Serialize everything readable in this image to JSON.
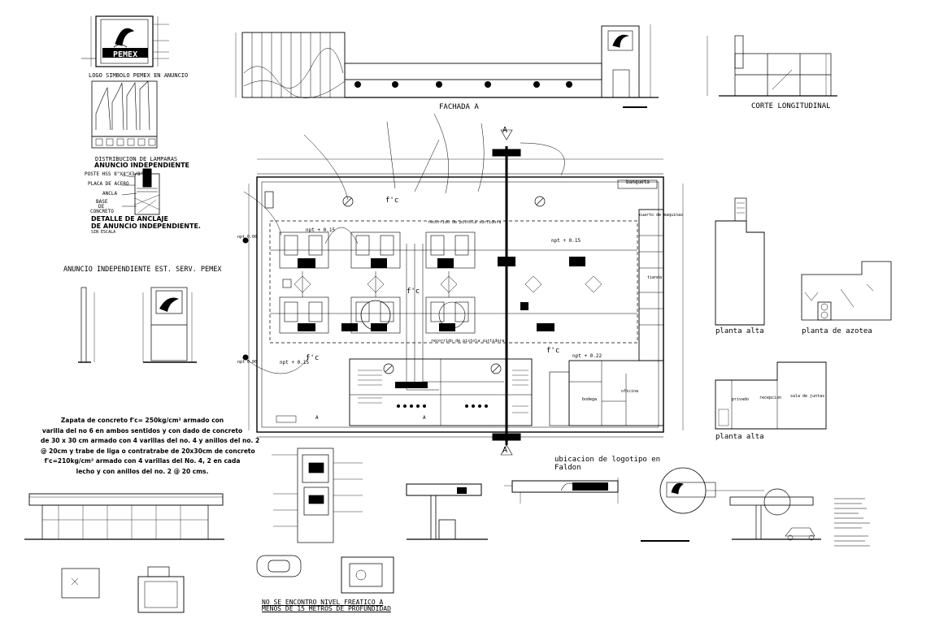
{
  "labels": {
    "logo_simbolo": "LOGO SIMBOLO PEMEX EN ANUNCIO",
    "pemex_brand": "PEMEX",
    "distribucion": "DISTRIBUCION DE LAMPARAS",
    "anuncio_indep": "ANUNCIO INDEPENDIENTE",
    "poste": "POSTE HSS 8\"X4\"X3/8\"",
    "placa": "PLACA DE ACERO",
    "ancla": "ANCLA",
    "base_1": "BASE",
    "base_2": "DE",
    "base_3": "CONCRETO",
    "detalle_1": "DETALLE DE ANCLAJE",
    "detalle_2": "DE ANUNCIO INDEPENDIENTE.",
    "sin_escala": "SIN ESCALA",
    "anuncio_est": "ANUNCIO INDEPENDIENTE EST. SERV. PEMEX",
    "fachada": "FACHADA A",
    "corte": "CORTE LONGITUDINAL",
    "planta_alta_1": "planta alta",
    "planta_azotea": "planta de azotea",
    "planta_alta_2": "planta alta",
    "ubicacion_1": "ubicacion de logotipo en",
    "ubicacion_2": "Faldon",
    "no_freatico_1": "NO SE ENCONTRO NIVEL FREATICO A",
    "no_freatico_2": "MENOS DE 15 METROS DE PROFUNDIDAD",
    "banqueta": "banqueta",
    "section_a": "A",
    "fc": "f'c",
    "cuarto_maquinas": "cuarto de maquinas",
    "tienda": "tienda",
    "bodega": "bodega",
    "oficina": "oficina",
    "npt_1": "npt + 0.15",
    "npt_2": "npt + 0.15",
    "npt_3": "npt + 0.22",
    "npt_4": "npt + 0.15",
    "npt_left_1": "npt 0.00",
    "npt_left_2": "npt 0.00",
    "recorrido_1": "recorrido de pistola surtidora",
    "recorrido_2": "recorrido de pistola surtidora",
    "privado": "privado",
    "recepcion": "recepcion",
    "sala_juntas": "sala de juntas"
  },
  "zapata_note": [
    "Zapata de concreto f'c= 250kg/cm² armado con",
    "varilla del no 6 en ambos sentidos y con dado de concreto",
    "de 30 x 30 cm armado con 4 varillas del no. 4 y anillos del no. 2",
    "@ 20cm y trabe de liga o contratrabe de 20x30cm de concreto",
    "f'c=210kg/cm² armado con 4 varillas del No. 4, 2 en cada",
    "lecho y con anillos del no. 2 @ 20 cms."
  ]
}
